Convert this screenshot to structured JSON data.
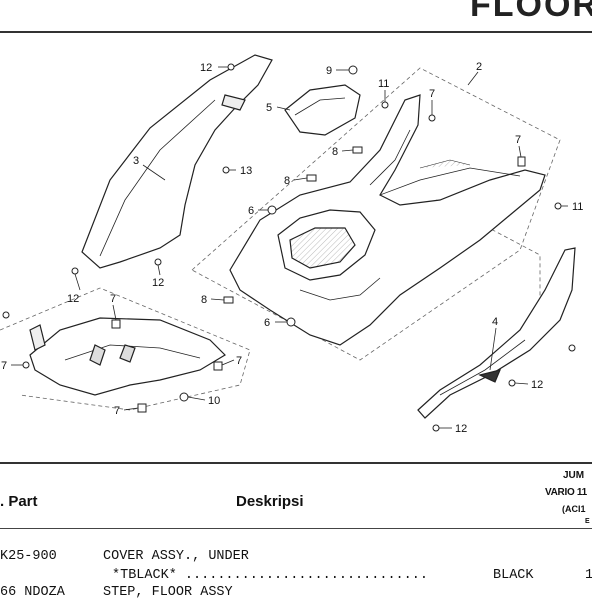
{
  "title_fragment": "FLOOR",
  "callouts": {
    "c12a": "12",
    "c3": "3",
    "c13": "13",
    "c12b": "12",
    "c12c": "12",
    "c9": "9",
    "c5": "5",
    "c11a": "11",
    "c2": "2",
    "c7a": "7",
    "c8a": "8",
    "c8b": "8",
    "c6a": "6",
    "c7b": "7",
    "c11b": "11",
    "c8c": "8",
    "c6b": "6",
    "c7c": "7",
    "c7d": "7",
    "c7e": "7",
    "c10": "10",
    "c7f": "7",
    "c4": "4",
    "c12d": "12",
    "c12e": "12"
  },
  "table": {
    "col_part": ". Part",
    "col_desc": "Deskripsi",
    "col_jum": "JUM",
    "col_model": "VARIO 11",
    "col_code": "(ACI1",
    "col_small": "E",
    "rows": [
      {
        "part": "K25-900",
        "desc": "COVER ASSY., UNDER",
        "sub": "*TBLACK* ..............................",
        "color": "BLACK",
        "qty": "1"
      },
      {
        "part": "66 NDOZA",
        "desc": "STEP, FLOOR ASSY"
      }
    ]
  }
}
